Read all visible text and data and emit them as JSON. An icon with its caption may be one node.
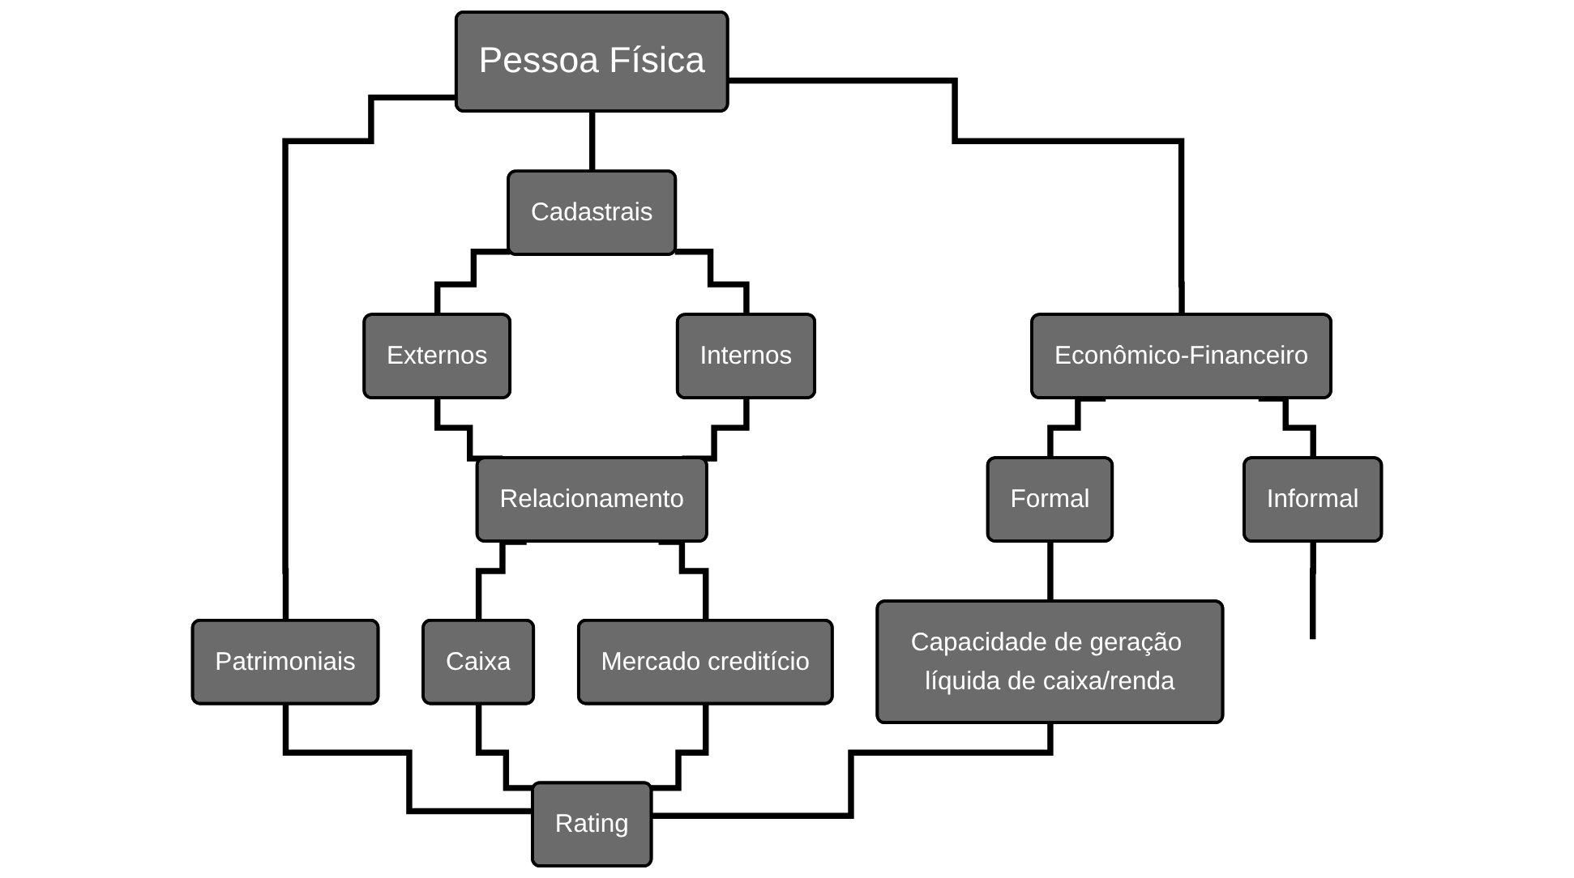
{
  "diagram": {
    "nodes": [
      {
        "text": [
          "Pessoa Física"
        ]
      },
      {
        "text": [
          "Cadastrais"
        ]
      },
      {
        "text": [
          "Patrimoniais"
        ]
      },
      {
        "text": [
          "Econômico-Financeiro"
        ]
      },
      {
        "text": [
          "Externos"
        ]
      },
      {
        "text": [
          "Internos"
        ]
      },
      {
        "text": [
          "Formal"
        ]
      },
      {
        "text": [
          "Informal"
        ]
      },
      {
        "text": [
          "Relacionamento"
        ]
      },
      {
        "text": [
          "Capacidade de geração líquida de caixa/renda"
        ]
      },
      {
        "text": [
          "Mercado creditício"
        ]
      },
      {
        "text": [
          "Caixa"
        ]
      },
      {
        "text": [
          "Rating"
        ]
      }
    ],
    "edges": [
      {
        "from": 0,
        "to": 1,
        "arrow": "none"
      },
      {
        "from": 0,
        "to": 2,
        "arrow": "none"
      },
      {
        "from": 0,
        "to": 3,
        "arrow": "none"
      },
      {
        "from": 1,
        "to": 4,
        "arrow": "none"
      },
      {
        "from": 1,
        "to": 5,
        "arrow": "none"
      },
      {
        "from": 3,
        "to": 6,
        "arrow": "none"
      },
      {
        "from": 3,
        "to": 7,
        "arrow": "none"
      },
      {
        "from": 4,
        "to": 8,
        "arrow": "none"
      },
      {
        "from": 5,
        "to": 8,
        "arrow": "none"
      },
      {
        "from": 6,
        "to": 9,
        "arrow": "none"
      },
      {
        "from": 7,
        "to": null,
        "arrow": "none"
      },
      {
        "from": 8,
        "to": 10,
        "arrow": "none"
      },
      {
        "from": 8,
        "to": 11,
        "arrow": "none"
      },
      {
        "from": 2,
        "to": 12,
        "arrow": "none"
      },
      {
        "from": 11,
        "to": 12,
        "arrow": "none"
      },
      {
        "from": 10,
        "to": 12,
        "arrow": "none"
      },
      {
        "from": 9,
        "to": 12,
        "arrow": "none"
      }
    ]
  }
}
